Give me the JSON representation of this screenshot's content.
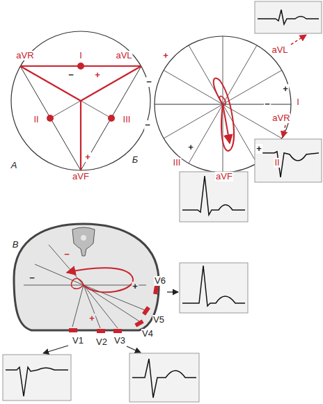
{
  "diagram": {
    "labels": [
      "А",
      "I",
      "aVR",
      "aVL",
      "II",
      "III",
      "aVF",
      "−",
      "+",
      "+",
      "Б",
      "aVL",
      "I",
      "aVR",
      "II",
      "aVF",
      "III",
      "+",
      "−",
      "−",
      "+",
      "−",
      "+",
      "+",
      "В",
      "V1",
      "V2",
      "V3",
      "V4",
      "V5",
      "V6",
      "−",
      "−",
      "+",
      "+"
    ]
  }
}
